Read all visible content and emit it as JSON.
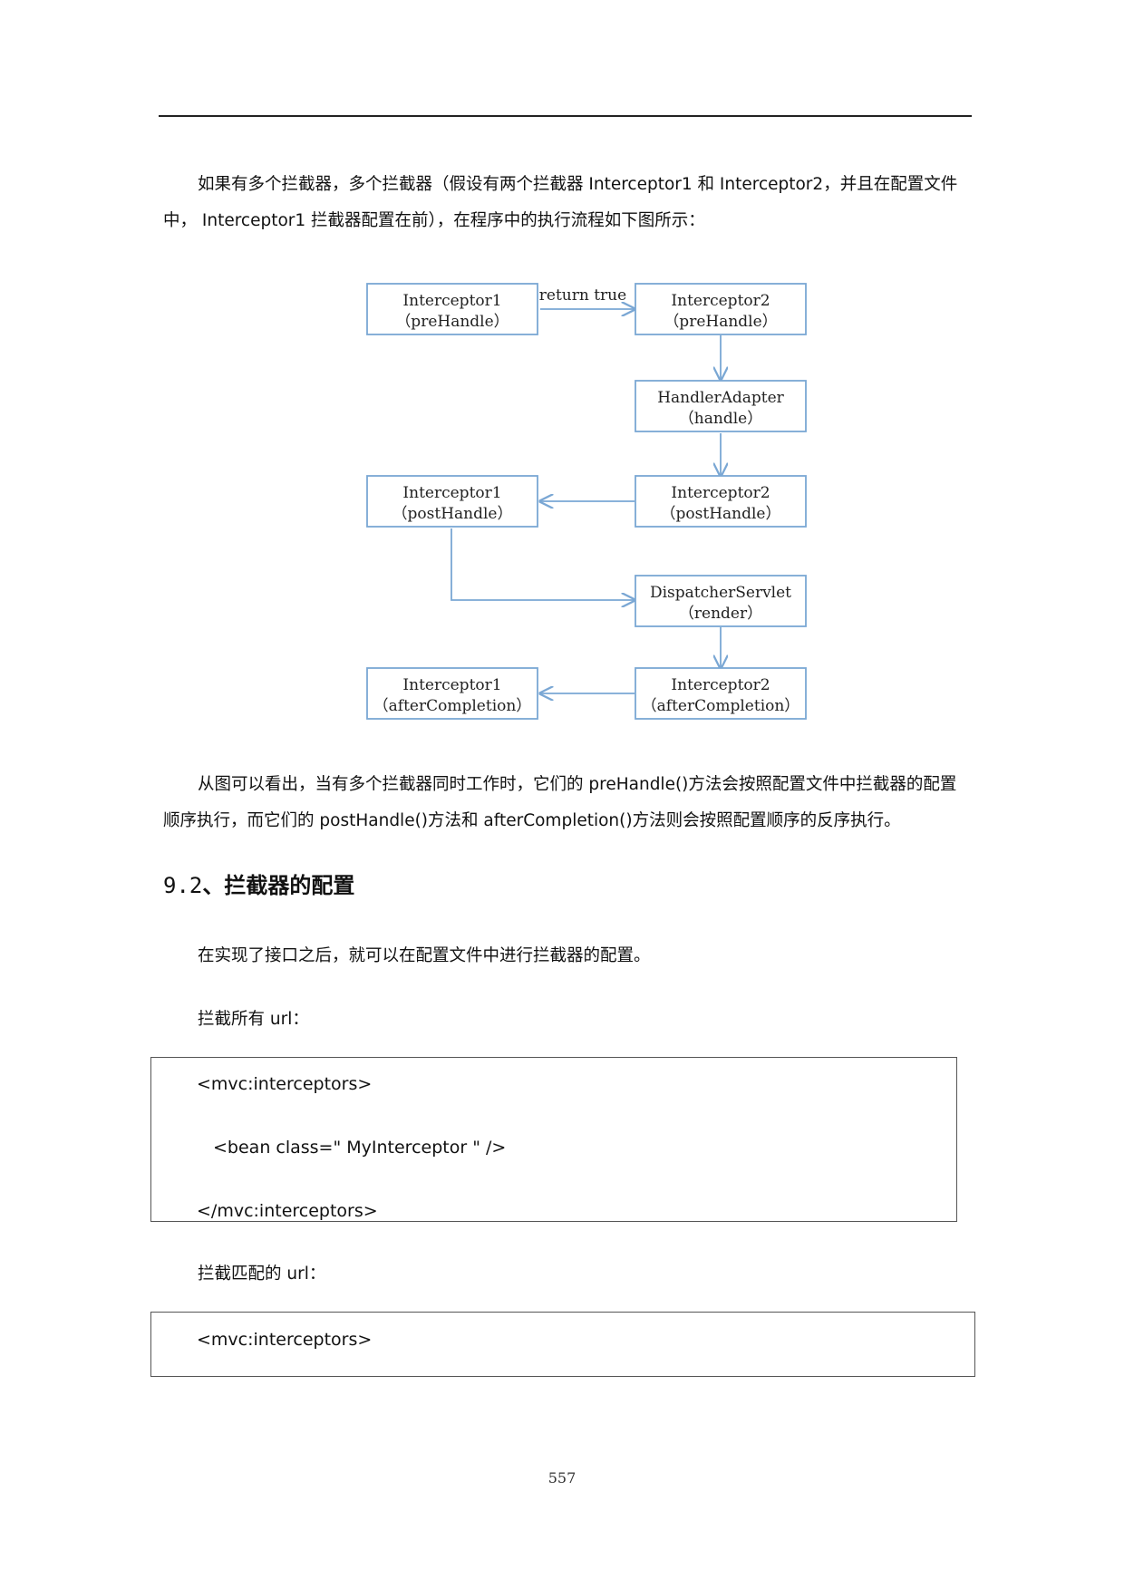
{
  "intro": {
    "line1": [
      {
        "t": "如果有多个拦截器，多个拦截器（假设有两个拦截器 ",
        "lat": false
      },
      {
        "t": "Interceptor1",
        "lat": true
      },
      {
        "t": " 和 ",
        "lat": false
      },
      {
        "t": "Interceptor2",
        "lat": true
      },
      {
        "t": "，并且在配置文件",
        "lat": false
      }
    ],
    "line2": [
      {
        "t": "中， ",
        "lat": false
      },
      {
        "t": "Interceptor1",
        "lat": true
      },
      {
        "t": " 拦截器配置在前），在程序中的执行流程如下图所示：",
        "lat": false
      }
    ]
  },
  "diagram": {
    "nodes": {
      "i1_pre": {
        "line1": "Interceptor1",
        "line2": "（preHandle）"
      },
      "i2_pre": {
        "line1": "Interceptor2",
        "line2": "（preHandle）"
      },
      "adapter": {
        "line1": "HandlerAdapter",
        "line2": "（handle）"
      },
      "i2_post": {
        "line1": "Interceptor2",
        "line2": "（postHandle）"
      },
      "i1_post": {
        "line1": "Interceptor1",
        "line2": "（postHandle）"
      },
      "dispatcher": {
        "line1": "DispatcherServlet",
        "line2": "（render）"
      },
      "i2_after": {
        "line1": "Interceptor2",
        "line2": "（afterCompletion）"
      },
      "i1_after": {
        "line1": "Interceptor1",
        "line2": "（afterCompletion）"
      }
    },
    "edge_label": "return true",
    "colors": {
      "box": "#7aa7d4",
      "arrow": "#7aa7d4"
    }
  },
  "explain": {
    "line1": [
      {
        "t": "从图可以看出，当有多个拦截器同时工作时，它们的 ",
        "lat": false
      },
      {
        "t": "preHandle()",
        "lat": true
      },
      {
        "t": "方法会按照配置文件中拦截器的配置",
        "lat": false
      }
    ],
    "line2": [
      {
        "t": "顺序执行，而它们的 ",
        "lat": false
      },
      {
        "t": "postHandle()",
        "lat": true
      },
      {
        "t": "方法和 ",
        "lat": false
      },
      {
        "t": "afterCompletion()",
        "lat": true
      },
      {
        "t": "方法则会按照配置顺序的反序执行。",
        "lat": false
      }
    ]
  },
  "section": {
    "number": "9.2",
    "title": "、拦截器的配置"
  },
  "config_intro": "在实现了接口之后，就可以在配置文件中进行拦截器的配置。",
  "intercept_all": {
    "label": [
      {
        "t": "拦截所有 ",
        "lat": false
      },
      {
        "t": "url",
        "lat": true
      },
      {
        "t": "：",
        "lat": false
      }
    ],
    "code": [
      "<mvc:interceptors>",
      "<bean class=\" MyInterceptor \" />",
      "</mvc:interceptors>"
    ]
  },
  "intercept_match": {
    "label": [
      {
        "t": "拦截匹配的 ",
        "lat": false
      },
      {
        "t": "url",
        "lat": true
      },
      {
        "t": "：",
        "lat": false
      }
    ],
    "code": [
      "<mvc:interceptors>"
    ]
  },
  "page_number": "557"
}
